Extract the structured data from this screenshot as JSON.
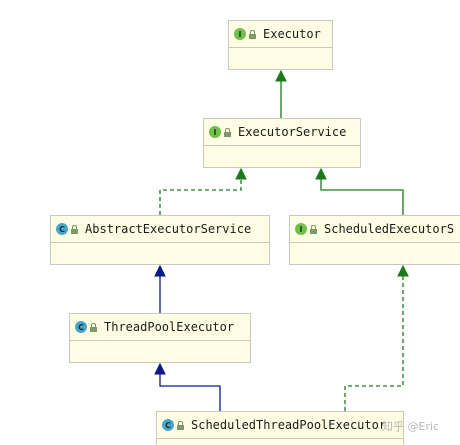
{
  "diagram": {
    "nodes": [
      {
        "id": "executor",
        "name": "Executor",
        "kind": "interface",
        "badge": "I"
      },
      {
        "id": "executor-service",
        "name": "ExecutorService",
        "kind": "interface",
        "badge": "I"
      },
      {
        "id": "abstract-executor-service",
        "name": "AbstractExecutorService",
        "kind": "class",
        "badge": "C"
      },
      {
        "id": "scheduled-executor-service",
        "name": "ScheduledExecutorS",
        "kind": "interface",
        "badge": "I"
      },
      {
        "id": "thread-pool-executor",
        "name": "ThreadPoolExecutor",
        "kind": "class",
        "badge": "C"
      },
      {
        "id": "scheduled-thread-pool-executor",
        "name": "ScheduledThreadPoolExecutor",
        "kind": "class",
        "badge": "C"
      }
    ],
    "edges": [
      {
        "from": "executor-service",
        "to": "executor",
        "type": "extends-interface",
        "style": "solid",
        "color": "#1a7a1a"
      },
      {
        "from": "abstract-executor-service",
        "to": "executor-service",
        "type": "implements",
        "style": "dashed",
        "color": "#1a7a1a"
      },
      {
        "from": "scheduled-executor-service",
        "to": "executor-service",
        "type": "extends-interface",
        "style": "solid",
        "color": "#1a7a1a"
      },
      {
        "from": "thread-pool-executor",
        "to": "abstract-executor-service",
        "type": "extends",
        "style": "solid",
        "color": "#0b1a8a"
      },
      {
        "from": "scheduled-thread-pool-executor",
        "to": "thread-pool-executor",
        "type": "extends",
        "style": "solid",
        "color": "#0b1a8a"
      },
      {
        "from": "scheduled-thread-pool-executor",
        "to": "scheduled-executor-service",
        "type": "implements",
        "style": "dashed",
        "color": "#1a7a1a"
      }
    ]
  },
  "watermark": "知乎 @Eric",
  "colors": {
    "node_fill": "#fffde3",
    "node_border": "#c9c9bf",
    "interface_badge": "#6fbf4a",
    "class_badge": "#4aa6c9",
    "realization_green": "#1a7a1a",
    "inheritance_blue": "#0b1a8a"
  }
}
